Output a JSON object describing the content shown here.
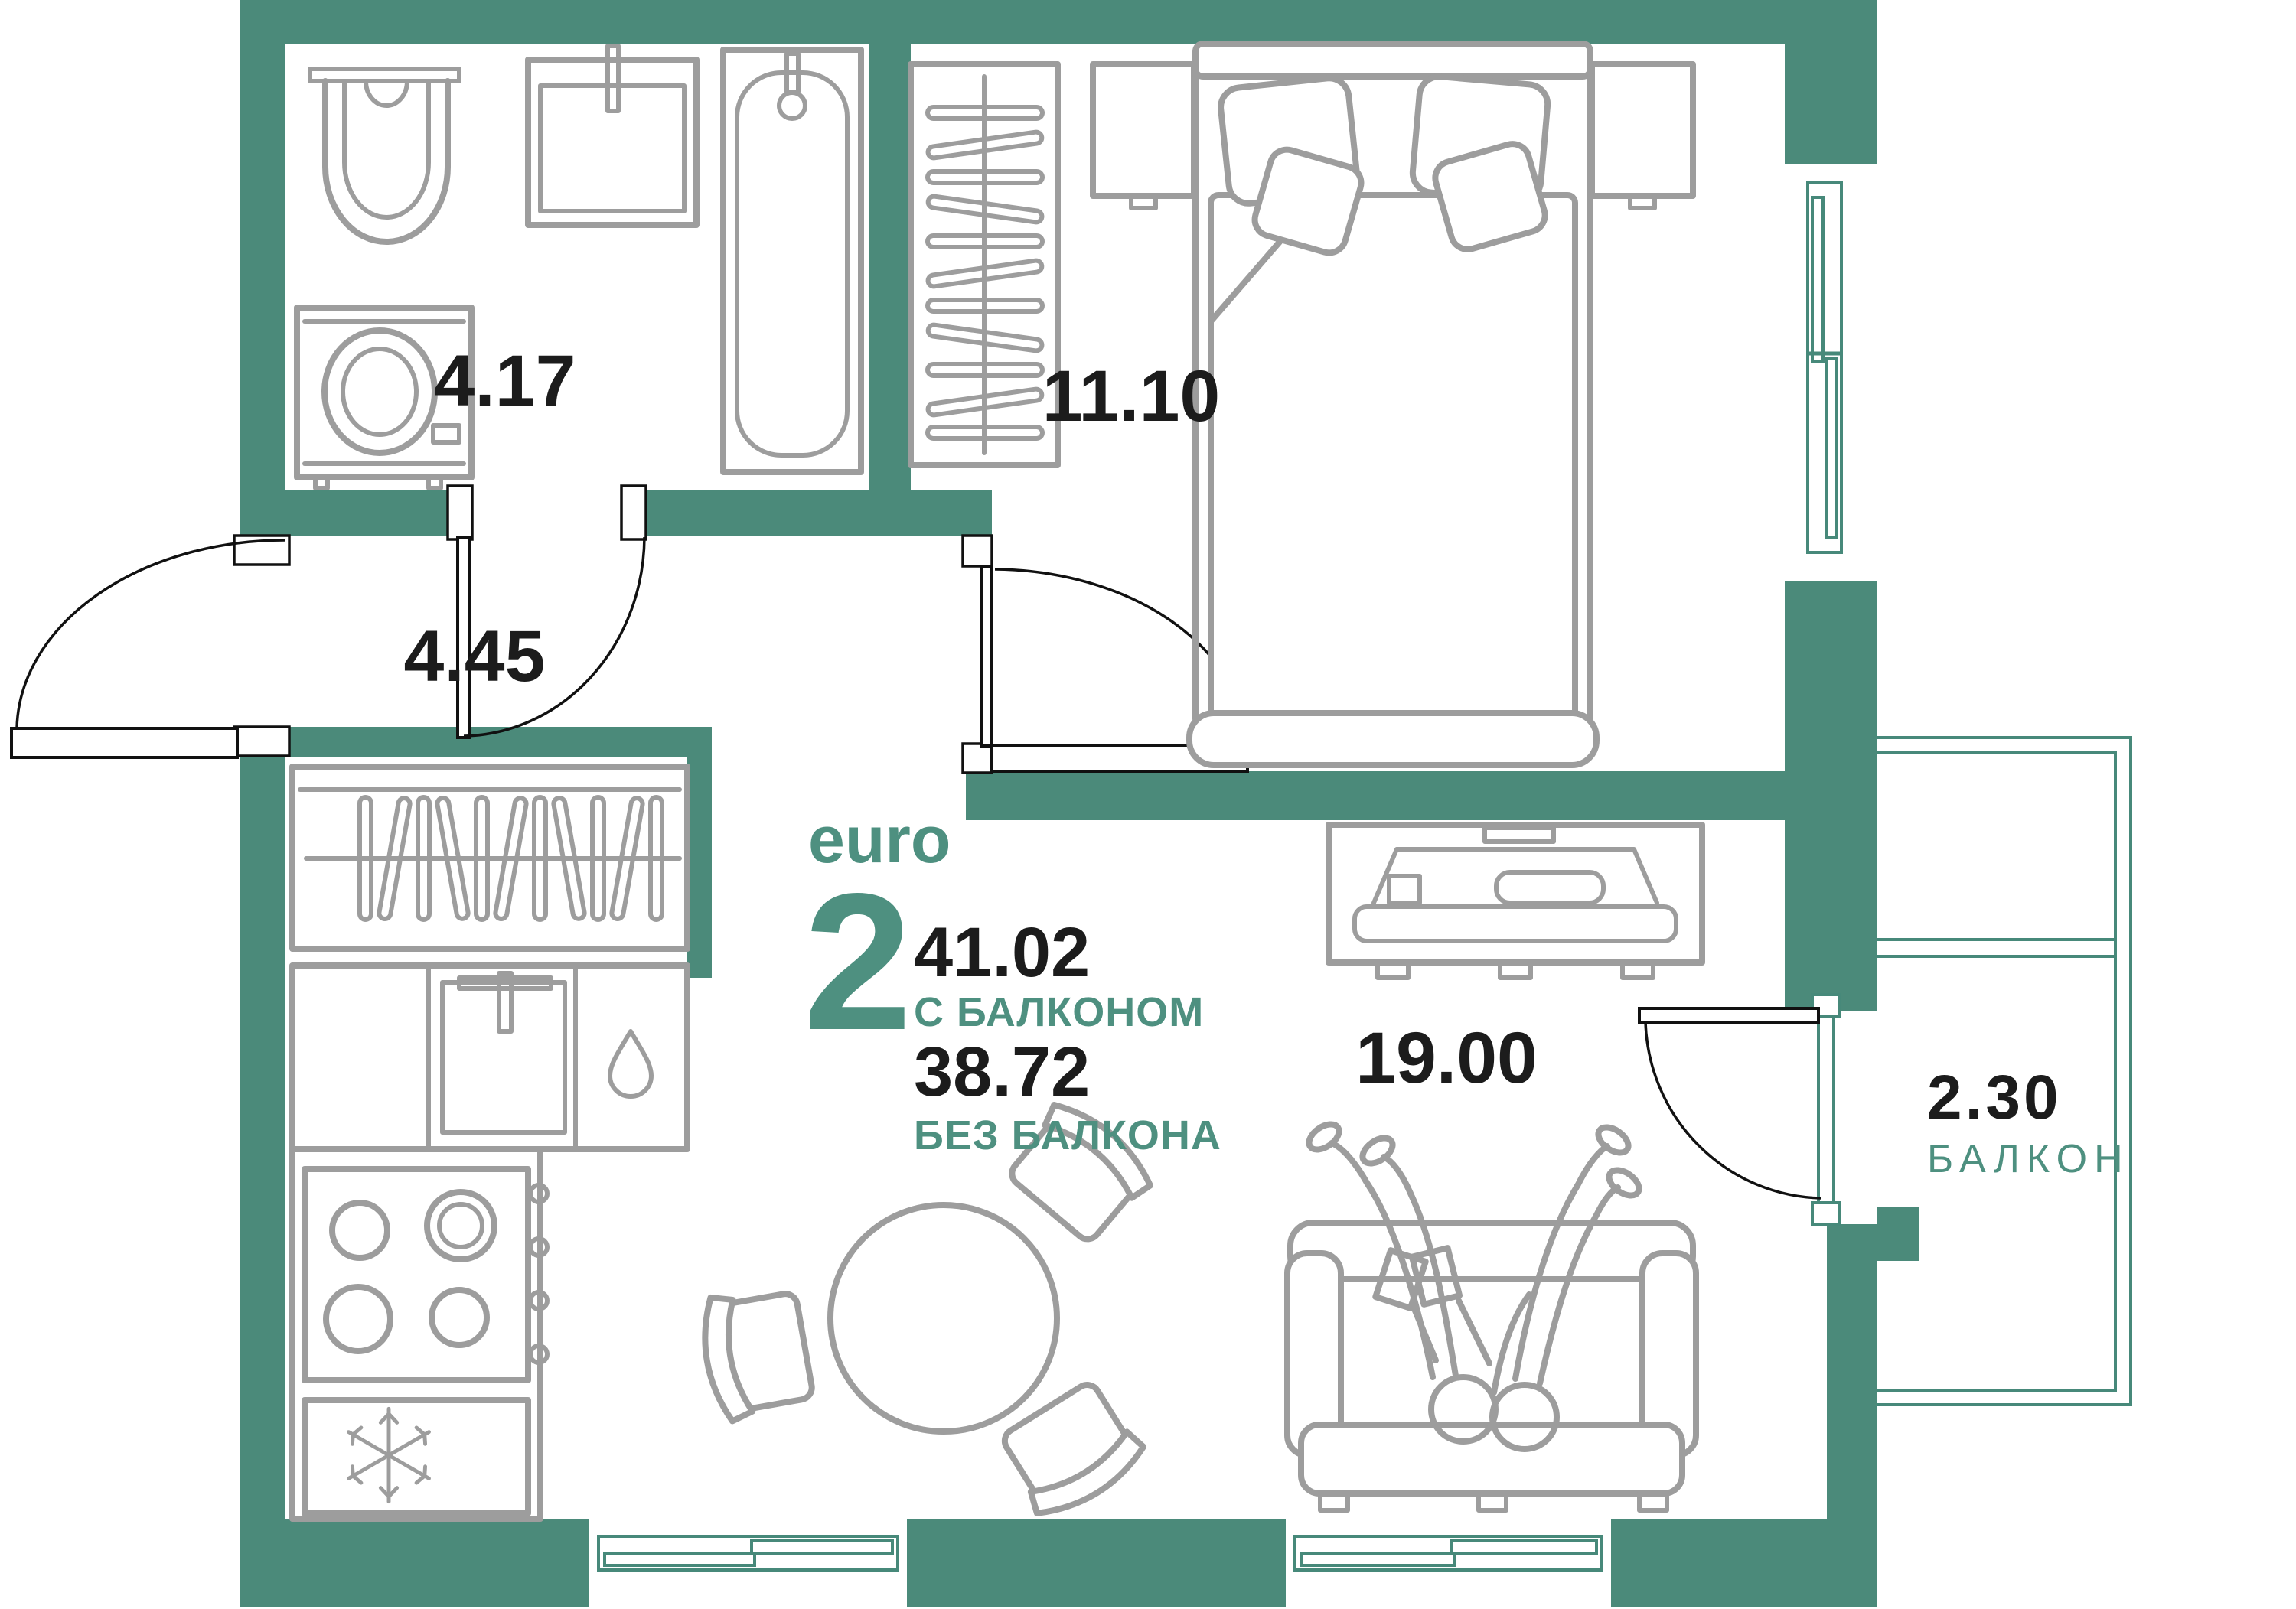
{
  "plan": {
    "title_block": {
      "unit_type_label": "euro",
      "rooms_count": "2",
      "area_with_balcony": "41.02",
      "with_balcony_caption": "С БАЛКОНОМ",
      "area_without_balcony": "38.72",
      "without_balcony_caption": "БЕЗ БАЛКОНА"
    },
    "rooms": {
      "bathroom": {
        "area": "4.17"
      },
      "hallway": {
        "area": "4.45"
      },
      "bedroom": {
        "area": "11.10"
      },
      "living_kitchen": {
        "area": "19.00"
      },
      "balcony": {
        "area": "2.30",
        "label": "БАЛКОН"
      }
    },
    "colors": {
      "wall": "#4b8a7a",
      "accent_text": "#4e9080",
      "area_text": "#1c1c1c",
      "furniture_line": "#9d9d9d",
      "door_line": "#111111"
    }
  }
}
